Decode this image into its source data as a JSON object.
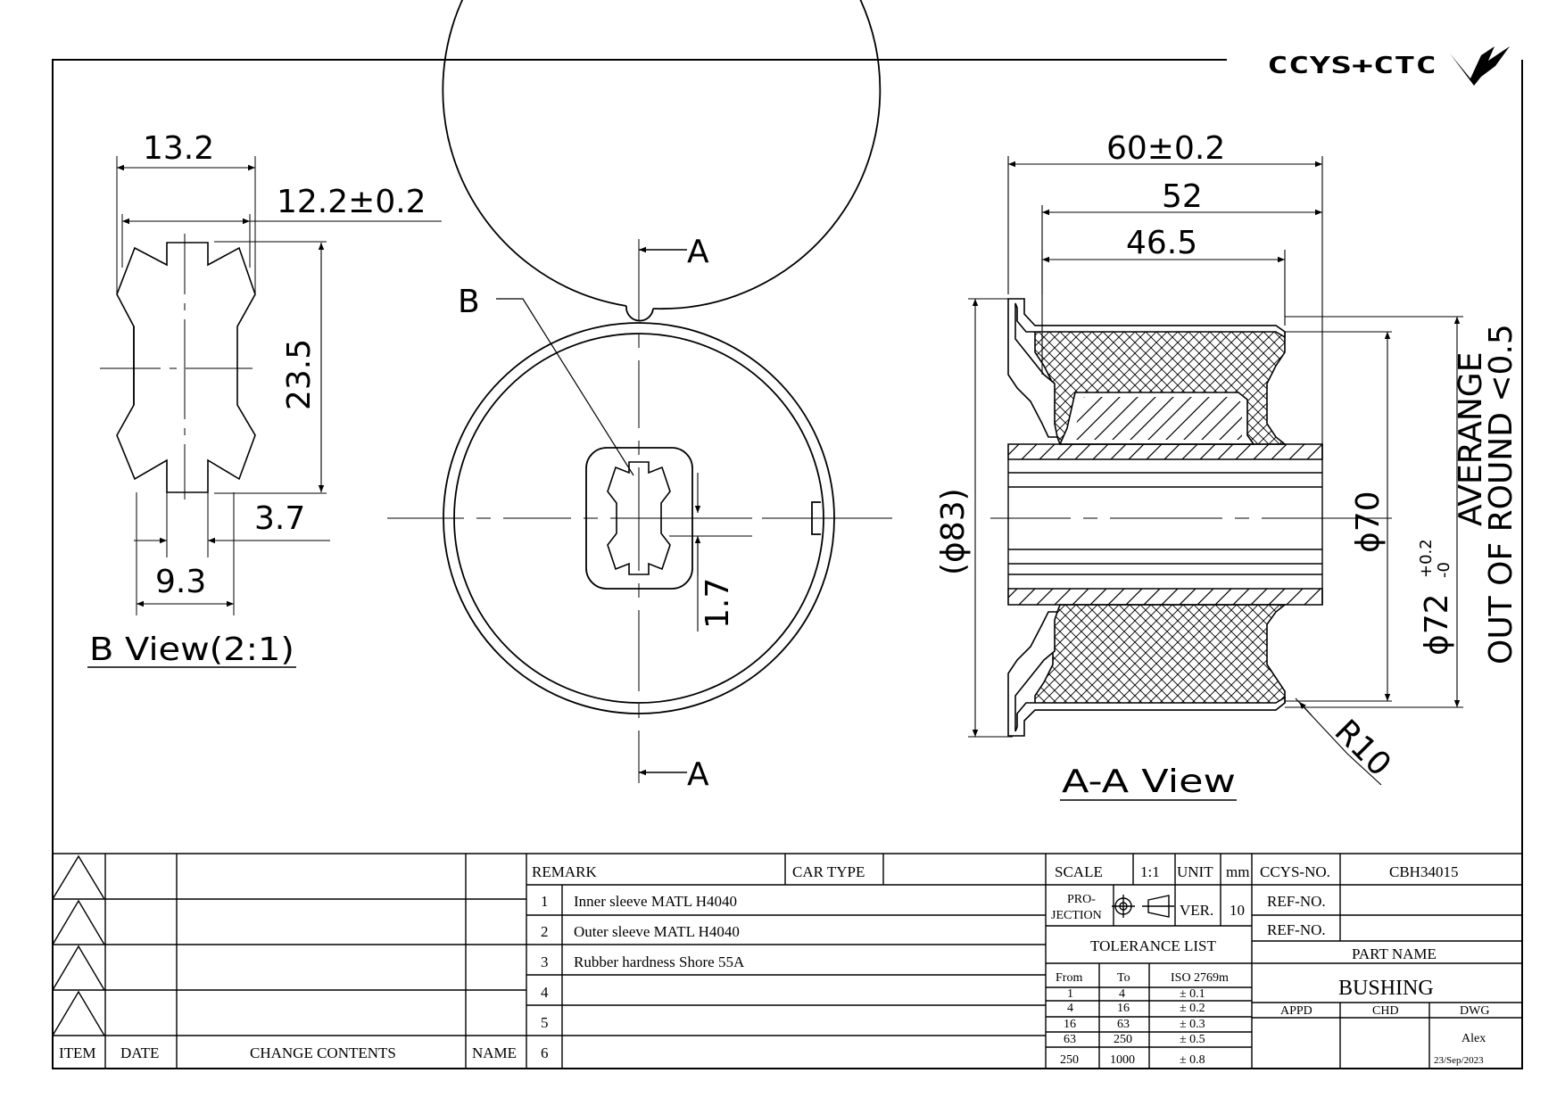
{
  "logo": {
    "text": "CCYS+CTC"
  },
  "views": {
    "b_view": {
      "title": "B View(2:1)",
      "dims": {
        "width_outer": "13.2",
        "width_inner": "12.2±0.2",
        "height": "23.5",
        "slot": "3.7",
        "core": "9.3"
      }
    },
    "front_view": {
      "section_mark_top": "A",
      "section_mark_bottom": "A",
      "detail_label": "B",
      "dim_offset": "1.7"
    },
    "section_view": {
      "title": "A-A View",
      "dims": {
        "length_total": "60±0.2",
        "length_mid": "52",
        "length_inner": "46.5",
        "dia_flange": "(ϕ83)",
        "dia_inner": "ϕ70",
        "dia_outer": "ϕ72",
        "dia_outer_tol_upper": "+0.2",
        "dia_outer_tol_lower": "-0",
        "note_line1": "AVERANGE",
        "note_line2": "OUT OF ROUND <0.5",
        "radius": "R10"
      }
    }
  },
  "revision_table": {
    "headers": {
      "item": "ITEM",
      "date": "DATE",
      "change": "CHANGE CONTENTS",
      "name": "NAME"
    }
  },
  "remarks": {
    "header": "REMARK",
    "car_type_label": "CAR TYPE",
    "rows": [
      {
        "no": "1",
        "text": "Inner sleeve MATL H4040"
      },
      {
        "no": "2",
        "text": "Outer sleeve MATL H4040"
      },
      {
        "no": "3",
        "text": "Rubber hardness Shore 55A"
      },
      {
        "no": "4",
        "text": ""
      },
      {
        "no": "5",
        "text": ""
      },
      {
        "no": "6",
        "text": ""
      }
    ]
  },
  "title_block": {
    "scale_label": "SCALE",
    "scale_value": "1:1",
    "unit_label": "UNIT",
    "unit_value": "mm",
    "projection_label_1": "PRO-",
    "projection_label_2": "JECTION",
    "ver_label": "VER.",
    "ver_value": "10",
    "tolerance_title": "TOLERANCE LIST",
    "tolerance_headers": {
      "from": "From",
      "to": "To",
      "iso": "ISO 2769m"
    },
    "tolerance_rows": [
      {
        "from": "1",
        "to": "4",
        "tol": "± 0.1"
      },
      {
        "from": "4",
        "to": "16",
        "tol": "± 0.2"
      },
      {
        "from": "16",
        "to": "63",
        "tol": "± 0.3"
      },
      {
        "from": "63",
        "to": "250",
        "tol": "± 0.5"
      },
      {
        "from": "250",
        "to": "1000",
        "tol": "± 0.8"
      }
    ],
    "ccys_no_label": "CCYS-NO.",
    "ccys_no_value": "CBH34015",
    "ref_no_label_1": "REF-NO.",
    "ref_no_label_2": "REF-NO.",
    "part_name_label": "PART NAME",
    "part_name_value": "BUSHING",
    "appd_label": "APPD",
    "chd_label": "CHD",
    "dwg_label": "DWG",
    "drawer": "Alex",
    "date": "23/Sep/2023"
  }
}
